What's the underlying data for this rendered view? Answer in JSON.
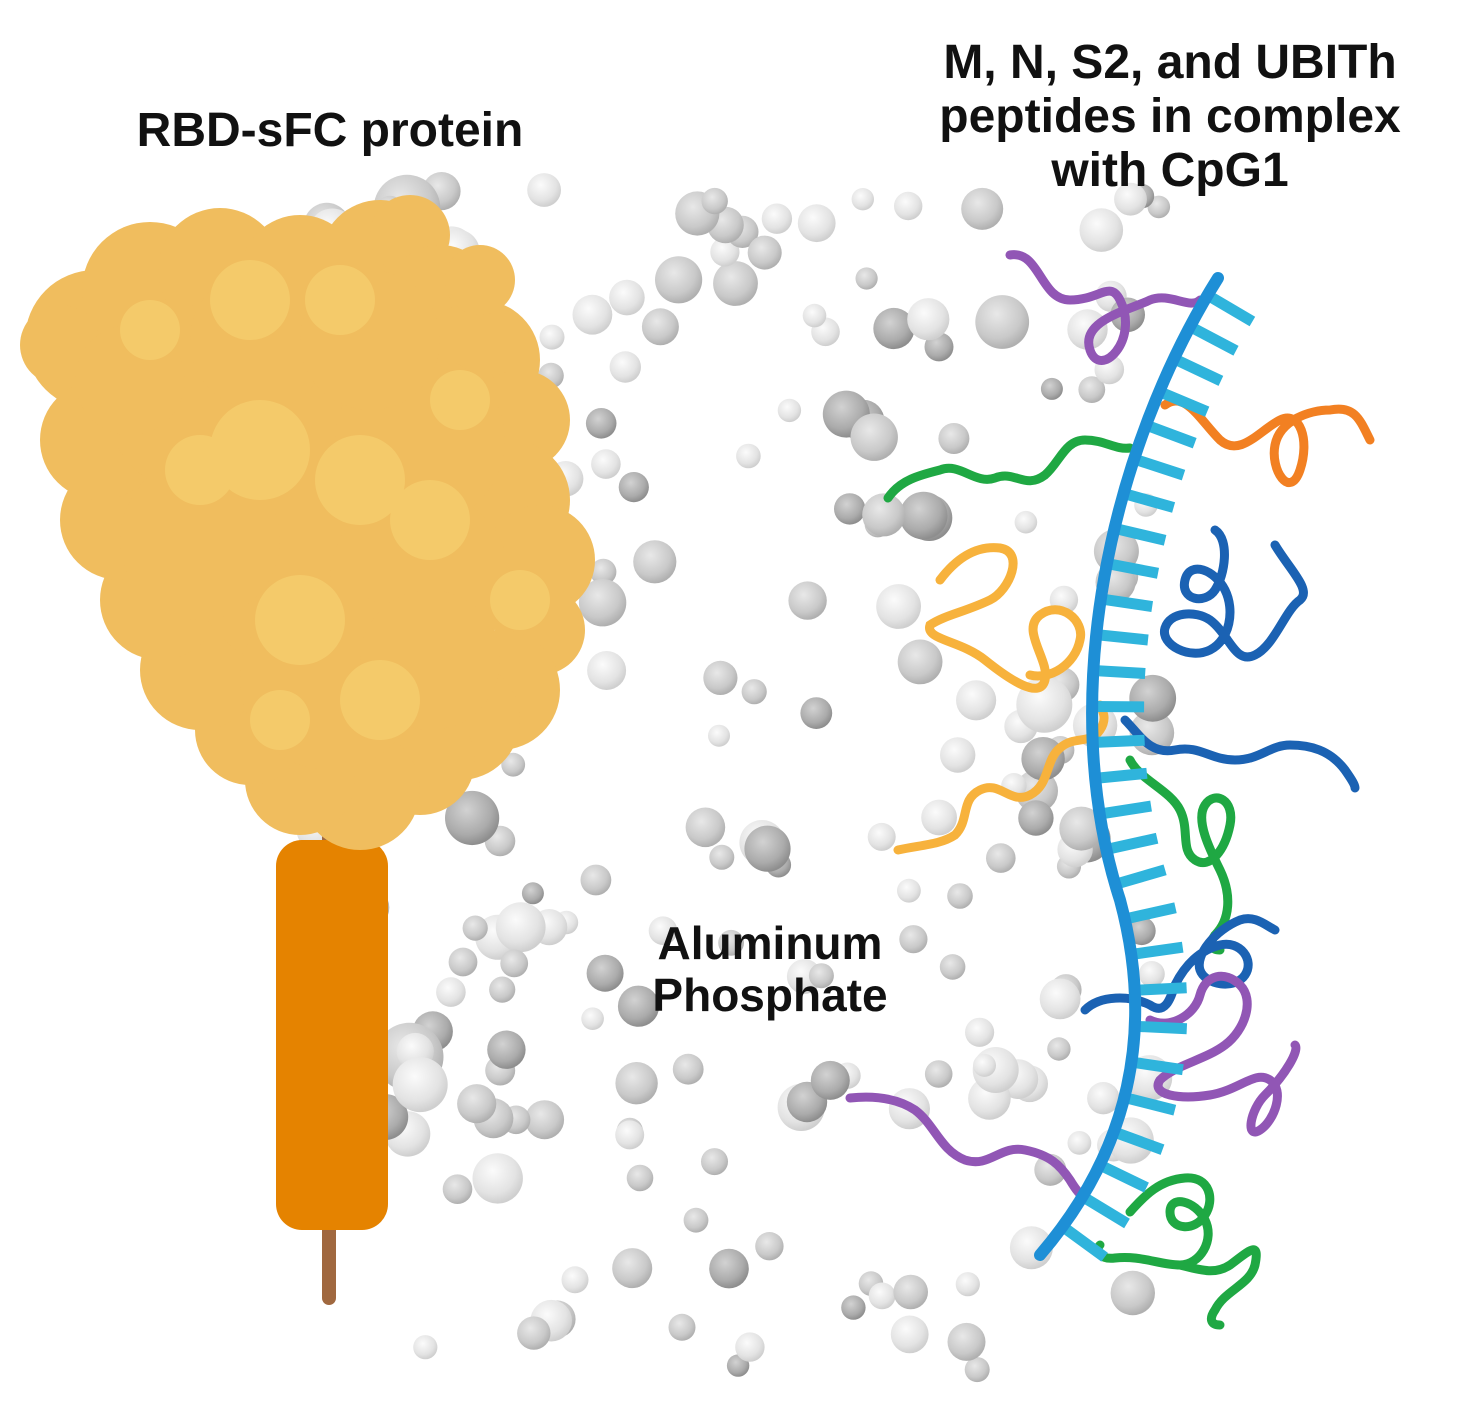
{
  "labels": {
    "protein": "RBD-sFC protein",
    "peptides": [
      "M, N, S2, and UBITh",
      "peptides in complex",
      "with CpG1"
    ],
    "adjuvant": [
      "Aluminum",
      "Phosphate"
    ]
  },
  "colors": {
    "protein_head": "#f0bd5e",
    "protein_head_highlight": "#f4ca6a",
    "fc_body": "#e58300",
    "stem": "#a0683f",
    "cpg_backbone": "#1e8fd6",
    "cpg_ticks": "#2fb4dc",
    "peptide_purple": "#9156b5",
    "peptide_orange": "#f28022",
    "peptide_green": "#1fa843",
    "peptide_yellow": "#f7b23c",
    "peptide_blue": "#1b62b3",
    "particle_light": "#e9e9e9",
    "particle_dark": "#b7b7b7"
  }
}
